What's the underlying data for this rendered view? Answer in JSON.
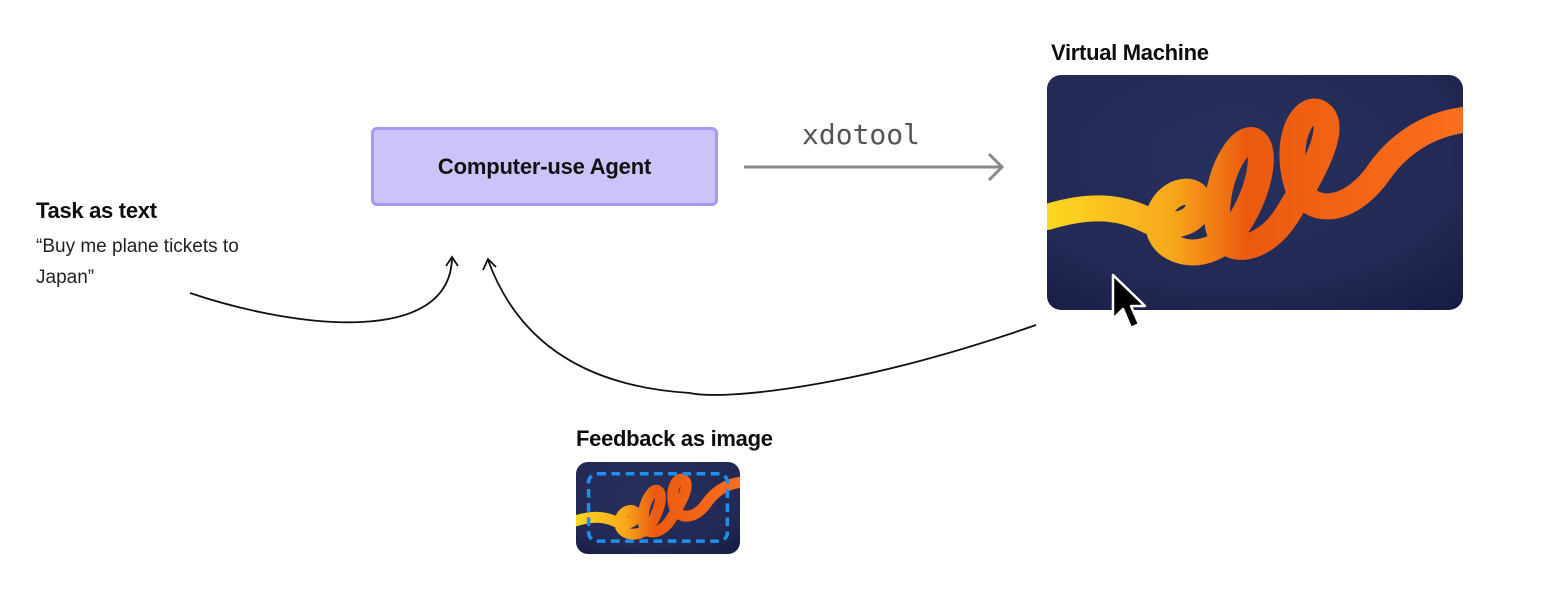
{
  "agent": {
    "label": "Computer-use Agent",
    "fill_color": "#cbc4fb",
    "border_color": "#a499f6"
  },
  "task": {
    "title": "Task as text",
    "text": "“Buy me plane tickets to Japan”"
  },
  "action_arrow": {
    "label": "xdotool",
    "color": "#8a8a8a"
  },
  "vm": {
    "title": "Virtual Machine",
    "screen_bg": "#232a55",
    "graphic_gradient": [
      "#fdd31e",
      "#f5911e",
      "#ea5410",
      "#fc6b1c"
    ],
    "cursor_icon": "mouse-pointer-icon"
  },
  "feedback": {
    "title": "Feedback as image",
    "selection_color": "#1d8ff0"
  },
  "edges": [
    {
      "from": "task",
      "to": "agent",
      "style": "curved-arrow"
    },
    {
      "from": "agent",
      "to": "vm",
      "label_ref": "action_arrow.label",
      "style": "straight-arrow"
    },
    {
      "from": "vm",
      "to": "agent",
      "style": "curved-arrow",
      "via": "feedback"
    }
  ]
}
